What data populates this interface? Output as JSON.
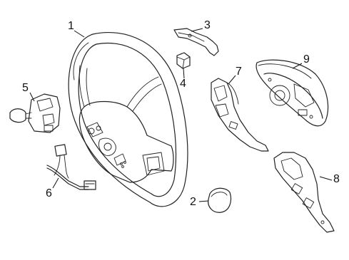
{
  "callouts": [
    {
      "id": "1",
      "text": "1",
      "part": "steering-wheel"
    },
    {
      "id": "2",
      "text": "2",
      "part": "cap"
    },
    {
      "id": "3",
      "text": "3",
      "part": "cover-bracket"
    },
    {
      "id": "4",
      "text": "4",
      "part": "nut"
    },
    {
      "id": "5",
      "text": "5",
      "part": "clock-spring-switch"
    },
    {
      "id": "6",
      "text": "6",
      "part": "wire-harness"
    },
    {
      "id": "7",
      "text": "7",
      "part": "lower-cover"
    },
    {
      "id": "8",
      "text": "8",
      "part": "spoke-cover"
    },
    {
      "id": "9",
      "text": "9",
      "part": "airbag-module"
    }
  ]
}
